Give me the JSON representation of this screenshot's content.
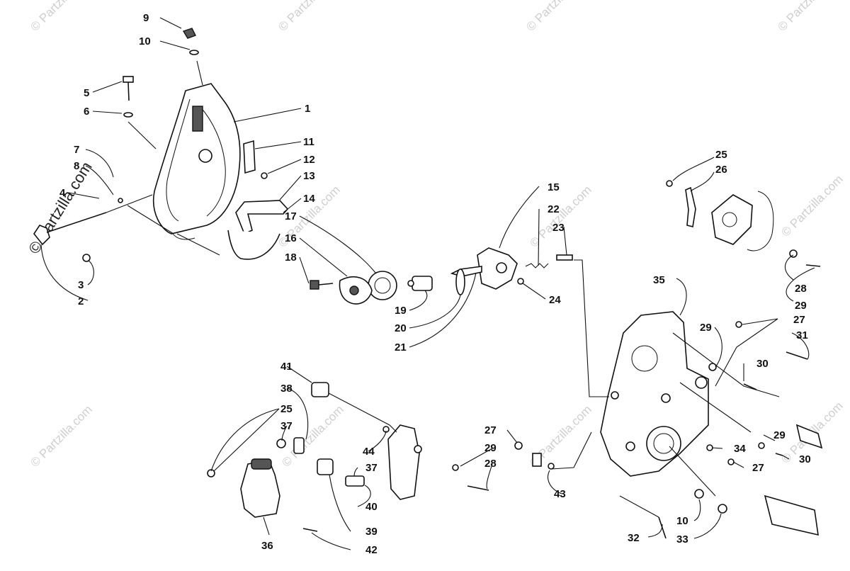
{
  "watermark": {
    "text": "© Partzilla.com",
    "main_text": "© Partzilla.com"
  },
  "callouts": [
    "1",
    "2",
    "3",
    "4",
    "5",
    "6",
    "7",
    "8",
    "9",
    "10",
    "11",
    "12",
    "13",
    "14",
    "15",
    "16",
    "17",
    "18",
    "19",
    "20",
    "21",
    "22",
    "23",
    "24",
    "25",
    "26",
    "27",
    "28",
    "29",
    "30",
    "31",
    "32",
    "33",
    "34",
    "35",
    "36",
    "37",
    "38",
    "39",
    "40",
    "41",
    "42",
    "43",
    "44"
  ],
  "callout_labels": {
    "c9": "9",
    "c10a": "10",
    "c5": "5",
    "c6": "6",
    "c1": "1",
    "c7": "7",
    "c8": "8",
    "c4": "4",
    "c11": "11",
    "c12": "12",
    "c13": "13",
    "c14": "14",
    "c3": "3",
    "c2": "2",
    "c15": "15",
    "c22": "22",
    "c23": "23",
    "c17": "17",
    "c16": "16",
    "c18": "18",
    "c19": "19",
    "c20": "20",
    "c21": "21",
    "c24": "24",
    "c25a": "25",
    "c26": "26",
    "c28a": "28",
    "c29a": "29",
    "c35": "35",
    "c29b": "29",
    "c27a": "27",
    "c31": "31",
    "c30a": "30",
    "c41": "41",
    "c38": "38",
    "c25b": "25",
    "c37a": "37",
    "c44": "44",
    "c29c": "29",
    "c28b": "28",
    "c27b": "27",
    "c37b": "37",
    "c40": "40",
    "c43": "43",
    "c39": "39",
    "c36": "36",
    "c42": "42",
    "c34": "34",
    "c29d": "29",
    "c30b": "30",
    "c27c": "27",
    "c10b": "10",
    "c32": "32",
    "c33": "33"
  }
}
